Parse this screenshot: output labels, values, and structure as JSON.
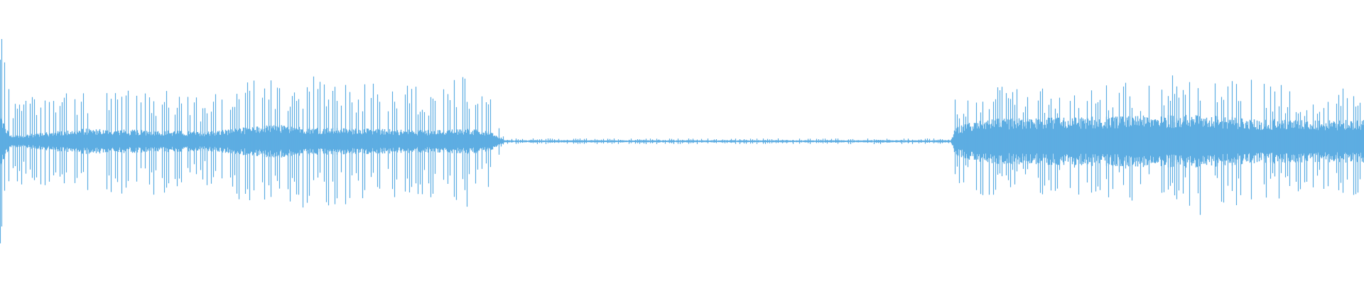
{
  "chart_data": {
    "type": "waveform",
    "title": "",
    "xlabel": "",
    "ylabel": "",
    "grid": false,
    "axes_visible": false,
    "legend": "none",
    "color": "#5dade2",
    "background": "#ffffff",
    "ylim": [
      -1,
      1
    ],
    "envelope": [
      {
        "t": 0.0,
        "peak": 0.72,
        "core": 0.2
      },
      {
        "t": 0.004,
        "peak": 0.6,
        "core": 0.1
      },
      {
        "t": 0.008,
        "peak": 0.3,
        "core": 0.04
      },
      {
        "t": 0.03,
        "peak": 0.34,
        "core": 0.06
      },
      {
        "t": 0.06,
        "peak": 0.36,
        "core": 0.09
      },
      {
        "t": 0.11,
        "peak": 0.4,
        "core": 0.08
      },
      {
        "t": 0.15,
        "peak": 0.3,
        "core": 0.07
      },
      {
        "t": 0.16,
        "peak": 0.38,
        "core": 0.08
      },
      {
        "t": 0.2,
        "peak": 0.46,
        "core": 0.12
      },
      {
        "t": 0.23,
        "peak": 0.5,
        "core": 0.1
      },
      {
        "t": 0.27,
        "peak": 0.42,
        "core": 0.09
      },
      {
        "t": 0.32,
        "peak": 0.4,
        "core": 0.08
      },
      {
        "t": 0.345,
        "peak": 0.48,
        "core": 0.09
      },
      {
        "t": 0.36,
        "peak": 0.3,
        "core": 0.07
      },
      {
        "t": 0.367,
        "peak": 0.05,
        "core": 0.02
      },
      {
        "t": 0.372,
        "peak": 0.02,
        "core": 0.008
      },
      {
        "t": 0.697,
        "peak": 0.02,
        "core": 0.008
      },
      {
        "t": 0.7,
        "peak": 0.3,
        "core": 0.1
      },
      {
        "t": 0.72,
        "peak": 0.38,
        "core": 0.16
      },
      {
        "t": 0.78,
        "peak": 0.4,
        "core": 0.17
      },
      {
        "t": 0.83,
        "peak": 0.42,
        "core": 0.18
      },
      {
        "t": 0.88,
        "peak": 0.52,
        "core": 0.19
      },
      {
        "t": 0.92,
        "peak": 0.44,
        "core": 0.16
      },
      {
        "t": 0.96,
        "peak": 0.36,
        "core": 0.15
      },
      {
        "t": 1.0,
        "peak": 0.4,
        "core": 0.15
      }
    ]
  }
}
